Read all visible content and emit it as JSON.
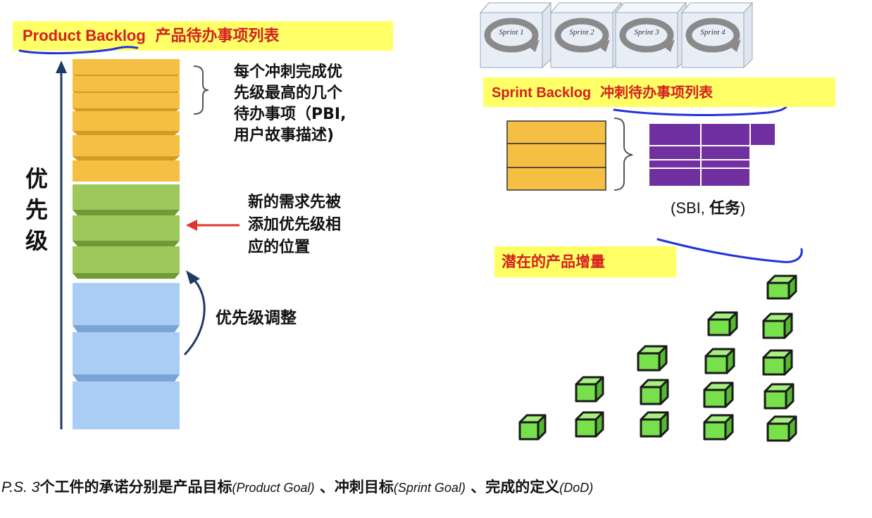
{
  "product_backlog": {
    "title_en": "Product Backlog",
    "title_cn": "产品待办事项列表",
    "axis_label": [
      "优",
      "先",
      "级"
    ],
    "note_top": [
      "每个冲刺完成优",
      "先级最高的几个",
      "待办事项（PBI,",
      "用户故事描述)"
    ],
    "note_middle": [
      "新的需求先被",
      "添加优先级相",
      "应的位置"
    ],
    "note_bottom": "优先级调整",
    "colors": {
      "orange": "#f5bf44",
      "green": "#9dc95b",
      "blue": "#a9cdf5",
      "arrow": "#1f3a67",
      "red_arrow": "#e0342b"
    }
  },
  "sprints": [
    "Sprint 1",
    "Sprint 2",
    "Sprint 3",
    "Sprint 4"
  ],
  "sprint_backlog": {
    "title_en": "Sprint Backlog",
    "title_cn": "冲刺待办事项列表",
    "sbi_prefix": "(SBI, ",
    "sbi_bold": "任务",
    "sbi_suffix": ")",
    "colors": {
      "orange": "#f5bf44",
      "purple": "#7030a0"
    }
  },
  "increment": {
    "title": "潜在的产品增量",
    "colors": {
      "cube": "#77e04a",
      "outline": "#1a1a1a"
    }
  },
  "footnote": {
    "prefix": "P.S. 3",
    "part1": "个工件的承诺分别是产品目标",
    "goal1": "(Product Goal)",
    "sep1": " 、冲刺目标",
    "goal2": "(Sprint Goal)",
    "sep2": " 、完成的定义",
    "goal3": "(DoD)"
  },
  "annotation_color": "#2233dd"
}
